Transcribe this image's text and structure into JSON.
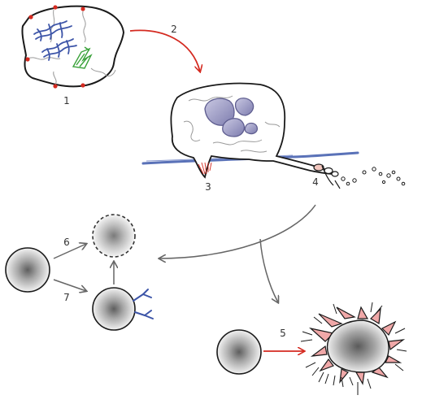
{
  "labels": {
    "step1": "1",
    "step2": "2",
    "step3": "3",
    "step4": "4",
    "step5": "5",
    "step6": "6",
    "step7": "7"
  },
  "colors": {
    "outline": "#1a1a1a",
    "red_arrow": "#d42a20",
    "grey_arrow": "#666666",
    "chromosome_blue": "#3d55a8",
    "spindle_green": "#3aa23a",
    "nucleus_fill": "#9a99c2",
    "membrane_blue": "#5a72b8",
    "filopodia_pink": "#f0a8a8",
    "cell_shade": "#6d6d6d"
  },
  "icons": {
    "mitotic_cell": "dividing-cell-icon",
    "adhesion_cell": "adherent-cell-icon",
    "sphere_cell": "round-cell-icon",
    "dead_cell": "dashed-cell-icon",
    "receptor": "receptor-y-icon",
    "spiky_cell": "spiky-cell-icon"
  }
}
